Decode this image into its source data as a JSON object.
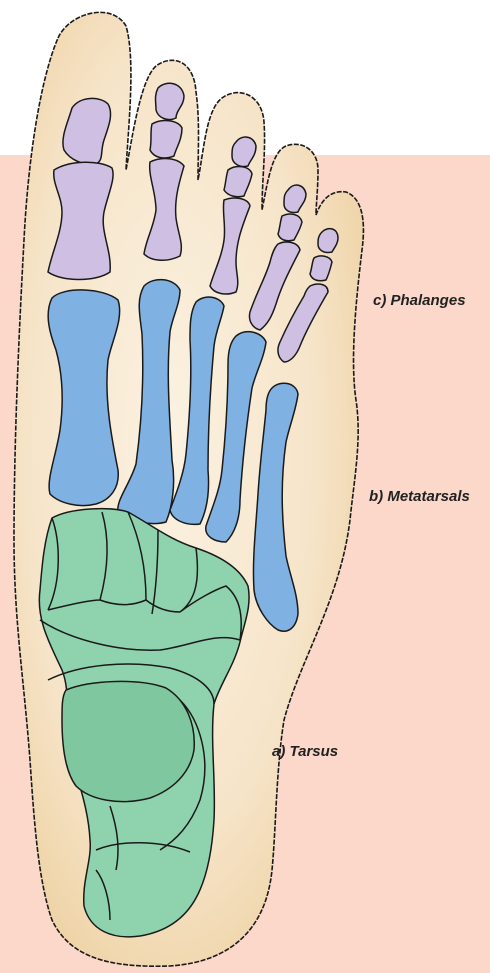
{
  "colors": {
    "background_panel": "#fbd8c9",
    "foot_skin": "#efd4a8",
    "foot_glow": "#fbf2e2",
    "phalanges": "#cfc0e3",
    "metatarsals": "#7fb1e3",
    "tarsus": "#8fd3ae",
    "outline": "#1a1a1a"
  },
  "labels": {
    "phalanges": "c) Phalanges",
    "metatarsals": "b) Metatarsals",
    "tarsus": "a) Tarsus"
  }
}
